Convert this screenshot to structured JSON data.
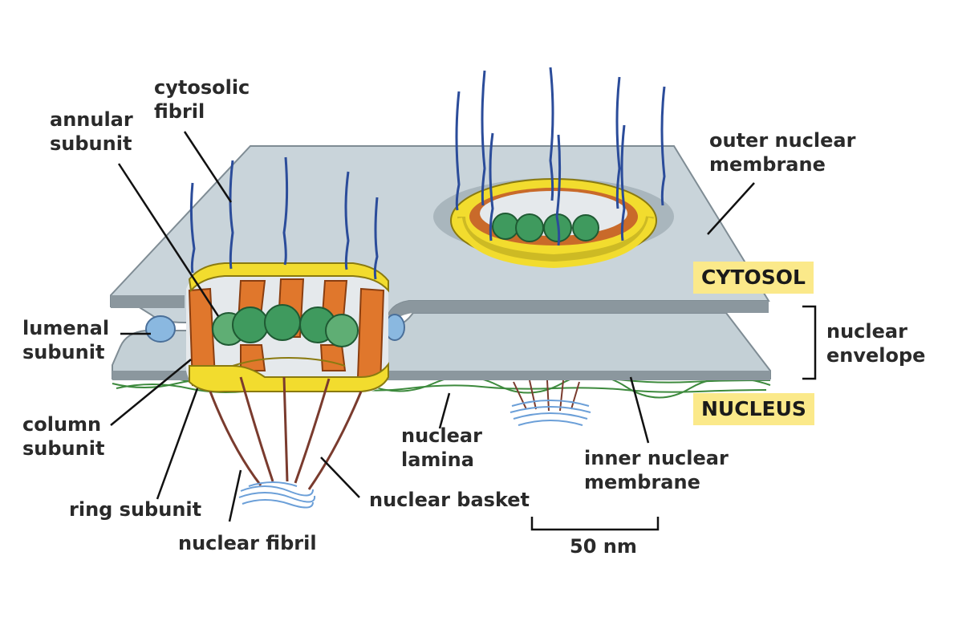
{
  "labels": {
    "cytosolic_fibril": [
      "cytosolic",
      "fibril"
    ],
    "annular_subunit": [
      "annular",
      "subunit"
    ],
    "outer_nuclear_membrane": [
      "outer nuclear",
      "membrane"
    ],
    "cytosol": "CYTOSOL",
    "lumenal_subunit": [
      "lumenal",
      "subunit"
    ],
    "nuclear_envelope": [
      "nuclear",
      "envelope"
    ],
    "nucleus": "NUCLEUS",
    "column_subunit": [
      "column",
      "subunit"
    ],
    "nuclear_lamina": [
      "nuclear",
      "lamina"
    ],
    "inner_nuclear_membrane": [
      "inner nuclear",
      "membrane"
    ],
    "ring_subunit": "ring subunit",
    "nuclear_basket": "nuclear basket",
    "nuclear_fibril": "nuclear fibril",
    "scale_bar": "50 nm"
  },
  "colors": {
    "membrane": "#c4d0d6",
    "membrane_edge": "#7f8c94",
    "ring": "#f2dc2e",
    "column": "#e0772c",
    "center": "#3f9a5e",
    "lumenal": "#8ab8e0",
    "fibril_blue": "#2b4c9a",
    "basket": "#7a3b2e",
    "lamina": "#3d8a3d",
    "highlight": "#fbe98a"
  }
}
